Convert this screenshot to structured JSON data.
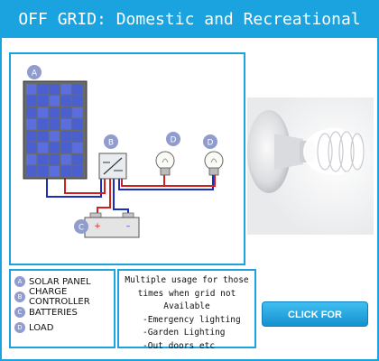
{
  "header": {
    "title": "OFF GRID: Domestic and Recreational"
  },
  "diagram": {
    "markers": {
      "solar_panel": "A",
      "charge_controller": "B",
      "batteries": "C",
      "load_1": "D",
      "load_2": "D"
    }
  },
  "legend": {
    "items": [
      {
        "badge": "A",
        "label": "SOLAR PANEL"
      },
      {
        "badge": "B",
        "label": "CHARGE CONTROLLER"
      },
      {
        "badge": "C",
        "label": "BATTERIES"
      },
      {
        "badge": "D",
        "label": "LOAD"
      }
    ]
  },
  "usage": {
    "heading_line1": "Multiple usage for those",
    "heading_line2": "times when grid not",
    "heading_line3": "Available",
    "items": [
      "-Emergency lighting",
      "-Garden Lighting",
      "-Out doors etc"
    ]
  },
  "cta": {
    "label": "CLICK FOR PRODUCTS"
  },
  "colors": {
    "accent": "#1ba3e0",
    "badge": "#8f9ccd",
    "panel": "#4a5fd0",
    "wire_red": "#d21f1f",
    "wire_blue": "#1a2fc0"
  },
  "icons": [
    "solar-panel-icon",
    "charge-controller-icon",
    "light-bulb-icon",
    "battery-icon",
    "cfl-bulb-photo"
  ]
}
